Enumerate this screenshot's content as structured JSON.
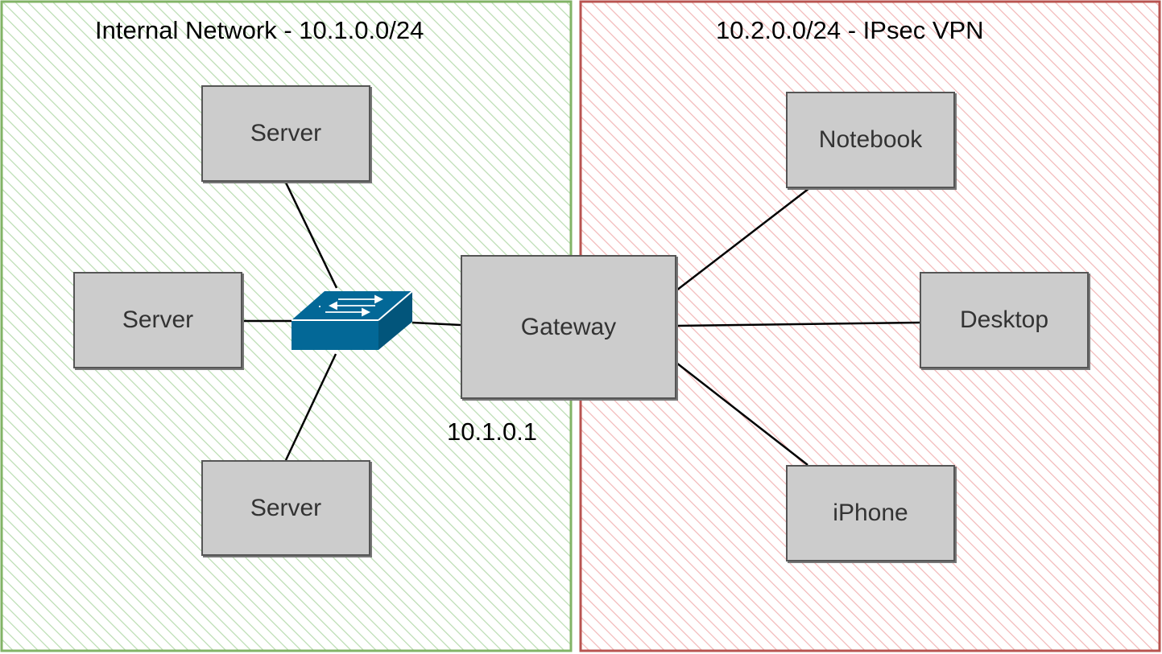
{
  "zones": {
    "internal": {
      "title": "Internal Network - 10.1.0.0/24",
      "fill": "#c8e6c0",
      "stroke": "#82b366"
    },
    "vpn": {
      "title": "10.2.0.0/24 - IPsec VPN",
      "fill": "#f2b8b8",
      "stroke": "#b85450"
    }
  },
  "nodes": {
    "server_top": "Server",
    "server_left": "Server",
    "server_bottom": "Server",
    "gateway": "Gateway",
    "notebook": "Notebook",
    "desktop": "Desktop",
    "iphone": "iPhone"
  },
  "gateway_ip": "10.1.0.1",
  "switch": {
    "icon": "network-switch-icon",
    "color": "#036897"
  }
}
